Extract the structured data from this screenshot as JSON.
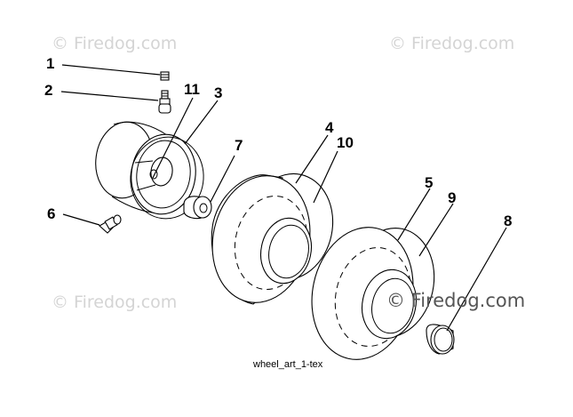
{
  "watermarks": {
    "top_left": "© Firedog.com",
    "top_right": "© Firedog.com",
    "bottom_left": "© Firedog.com",
    "bottom_right": "© Firedog.com"
  },
  "callouts": {
    "c1": "1",
    "c2": "2",
    "c3": "3",
    "c4": "4",
    "c5": "5",
    "c6": "6",
    "c7": "7",
    "c8": "8",
    "c9": "9",
    "c10": "10",
    "c11": "11"
  },
  "caption": "wheel_art_1-tex"
}
